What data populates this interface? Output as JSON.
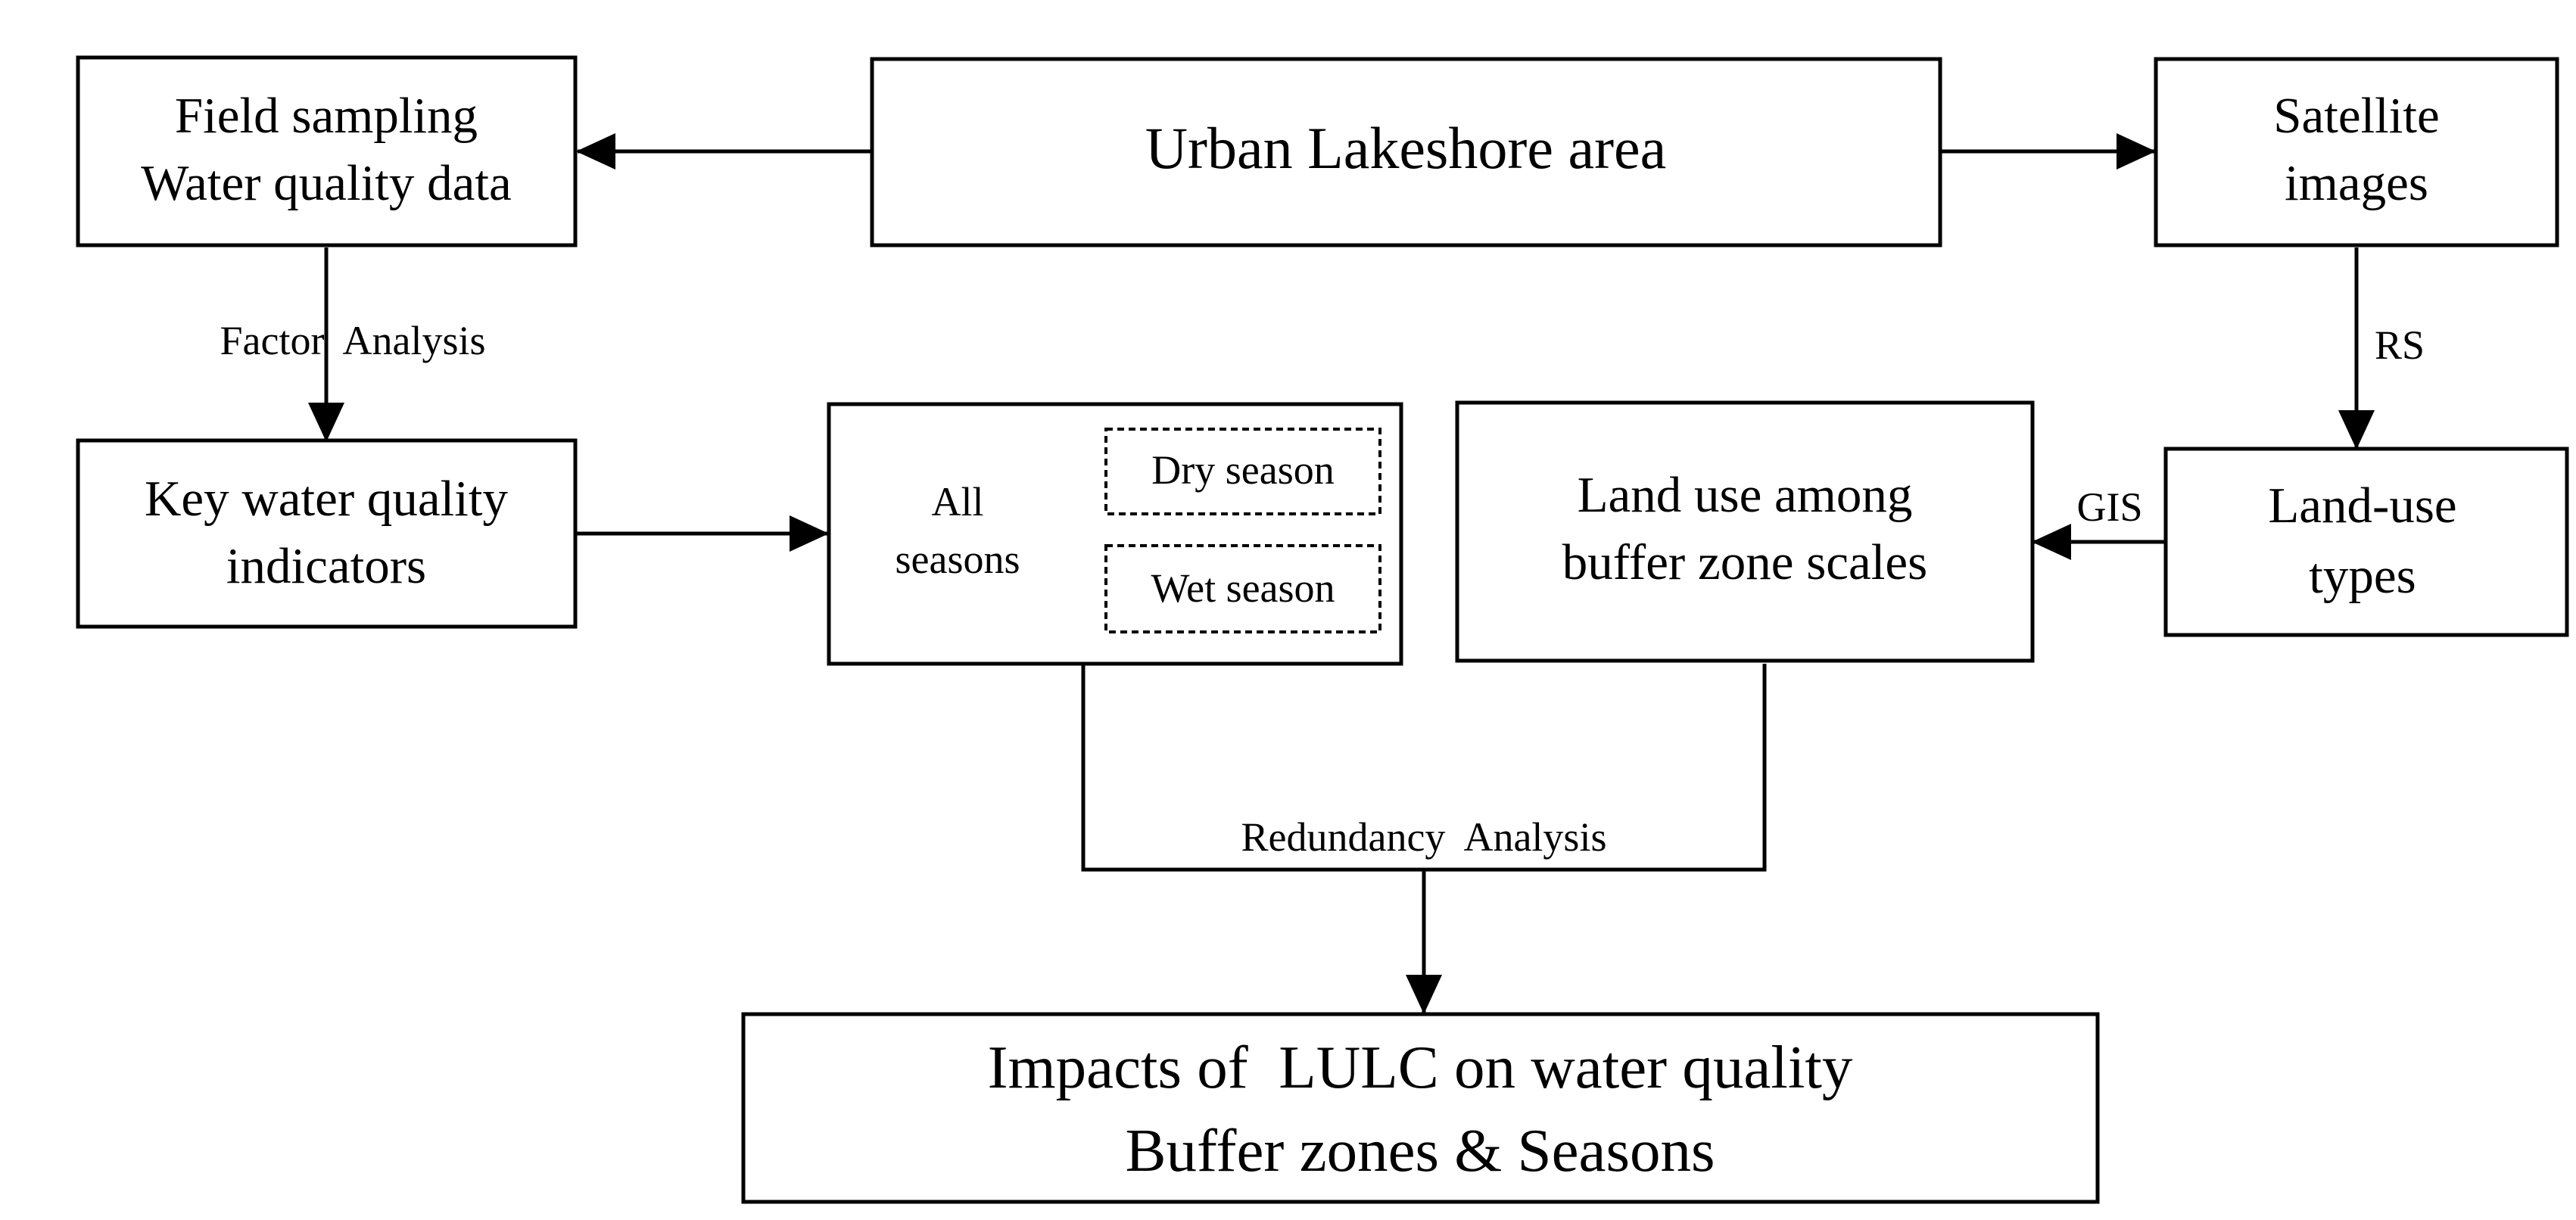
{
  "diagram": {
    "nodes": {
      "urban": {
        "text": "Urban Lakeshore area"
      },
      "field": {
        "line1": "Field sampling",
        "line2": "Water quality data"
      },
      "satellite": {
        "line1": "Satellite",
        "line2": "images"
      },
      "key": {
        "line1": "Key water quality",
        "line2": "indicators"
      },
      "seasons": {
        "all_line1": "All",
        "all_line2": "seasons",
        "dry": "Dry season",
        "wet": "Wet season"
      },
      "landuse_buffer": {
        "line1": "Land use among",
        "line2": "buffer zone scales"
      },
      "landuse_types": {
        "line1": "Land-use",
        "line2": "types"
      },
      "impacts": {
        "line1": "Impacts of  LULC on water quality",
        "line2": "Buffer zones & Seasons"
      }
    },
    "edge_labels": {
      "factor_analysis": "Factor  Analysis",
      "rs": "RS",
      "gis": "GIS",
      "redundancy_analysis": "Redundancy  Analysis"
    }
  }
}
